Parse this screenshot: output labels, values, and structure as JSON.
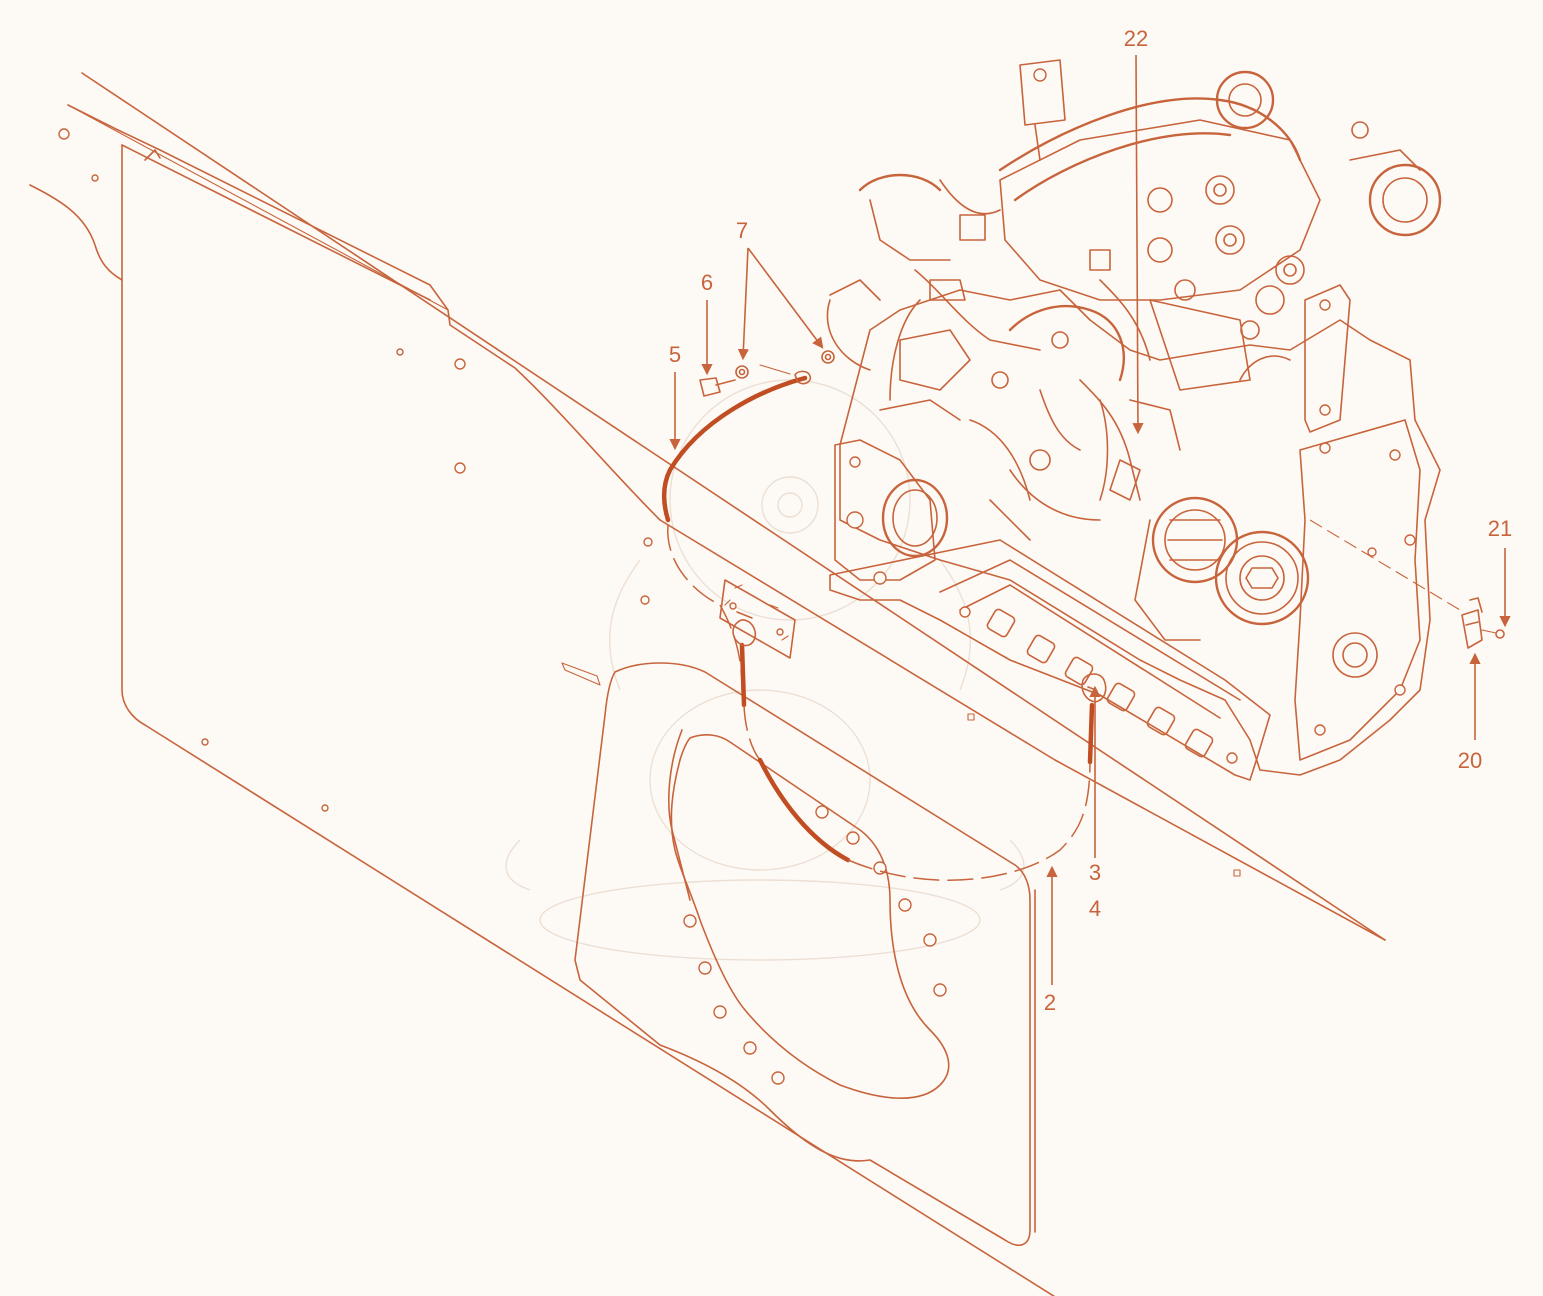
{
  "colors": {
    "stroke": "#c8643c",
    "cable": "#c14d22",
    "background": "#fdfaf6"
  },
  "callouts": [
    {
      "id": "c2",
      "label": "2"
    },
    {
      "id": "c3",
      "label": "3"
    },
    {
      "id": "c4",
      "label": "4"
    },
    {
      "id": "c5",
      "label": "5"
    },
    {
      "id": "c6",
      "label": "6"
    },
    {
      "id": "c7",
      "label": "7"
    },
    {
      "id": "c20",
      "label": "20"
    },
    {
      "id": "c21",
      "label": "21"
    },
    {
      "id": "c22",
      "label": "22"
    }
  ]
}
